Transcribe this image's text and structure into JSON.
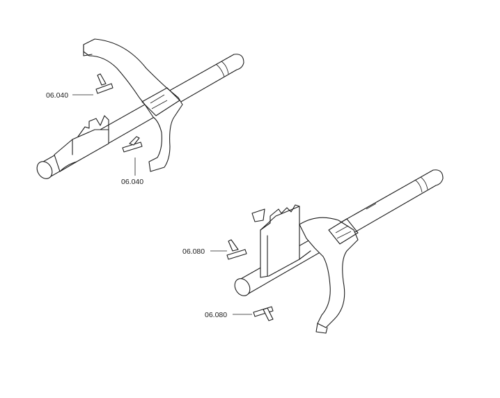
{
  "callouts": [
    {
      "text": "06.040"
    },
    {
      "text": "06.040"
    },
    {
      "text": "06.080"
    },
    {
      "text": "06.080"
    }
  ],
  "colors": {
    "line": "#1a1a1a",
    "background": "#ffffff"
  }
}
